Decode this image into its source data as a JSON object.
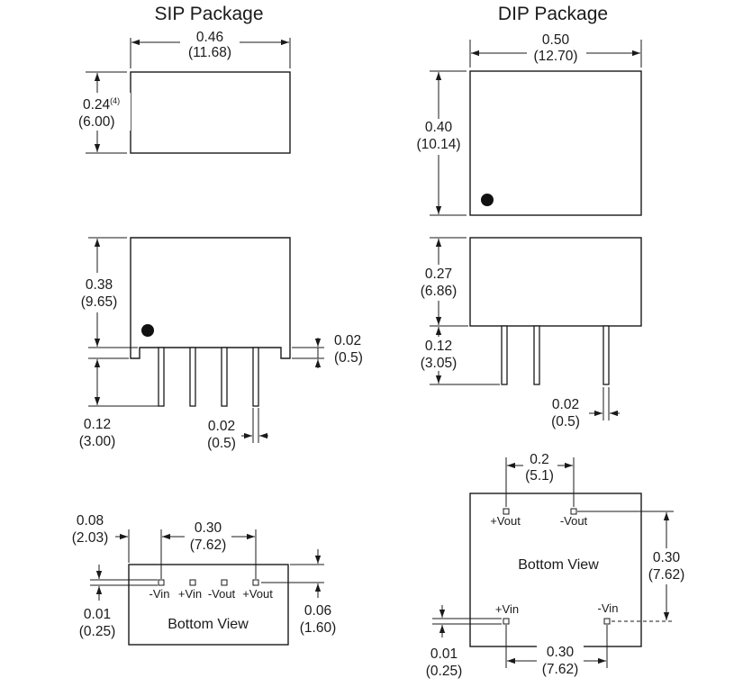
{
  "sip": {
    "title": "SIP Package",
    "width": {
      "in": "0.46",
      "mm": "(11.68)"
    },
    "height": {
      "in": "0.24",
      "note": "(4)",
      "mm": "(6.00)"
    },
    "side_height": {
      "in": "0.38",
      "mm": "(9.65)"
    },
    "standoff": {
      "in": "0.02",
      "mm": "(0.5)"
    },
    "pin_length": {
      "in": "0.12",
      "mm": "(3.00)"
    },
    "pin_width": {
      "in": "0.02",
      "mm": "(0.5)"
    },
    "bottom": {
      "offset": {
        "in": "0.08",
        "mm": "(2.03)"
      },
      "pin_span": {
        "in": "0.30",
        "mm": "(7.62)"
      },
      "pad_size": {
        "in": "0.01",
        "mm": "(0.25)"
      },
      "depth": {
        "in": "0.06",
        "mm": "(1.60)"
      },
      "pins": [
        "-Vin",
        "+Vin",
        "-Vout",
        "+Vout"
      ],
      "label": "Bottom View"
    }
  },
  "dip": {
    "title": "DIP Package",
    "width": {
      "in": "0.50",
      "mm": "(12.70)"
    },
    "height": {
      "in": "0.40",
      "mm": "(10.14)"
    },
    "side_height": {
      "in": "0.27",
      "mm": "(6.86)"
    },
    "pin_length": {
      "in": "0.12",
      "mm": "(3.05)"
    },
    "pin_width": {
      "in": "0.02",
      "mm": "(0.5)"
    },
    "bottom": {
      "pitch": {
        "in": "0.2",
        "mm": "(5.1)"
      },
      "row_span": {
        "in": "0.30",
        "mm": "(7.62)"
      },
      "pin_span": {
        "in": "0.30",
        "mm": "(7.62)"
      },
      "pad_size": {
        "in": "0.01",
        "mm": "(0.25)"
      },
      "pins": {
        "top_left": "+Vout",
        "top_right": "-Vout",
        "bottom_left": "+Vin",
        "bottom_right": "-Vin"
      },
      "label": "Bottom View"
    }
  }
}
